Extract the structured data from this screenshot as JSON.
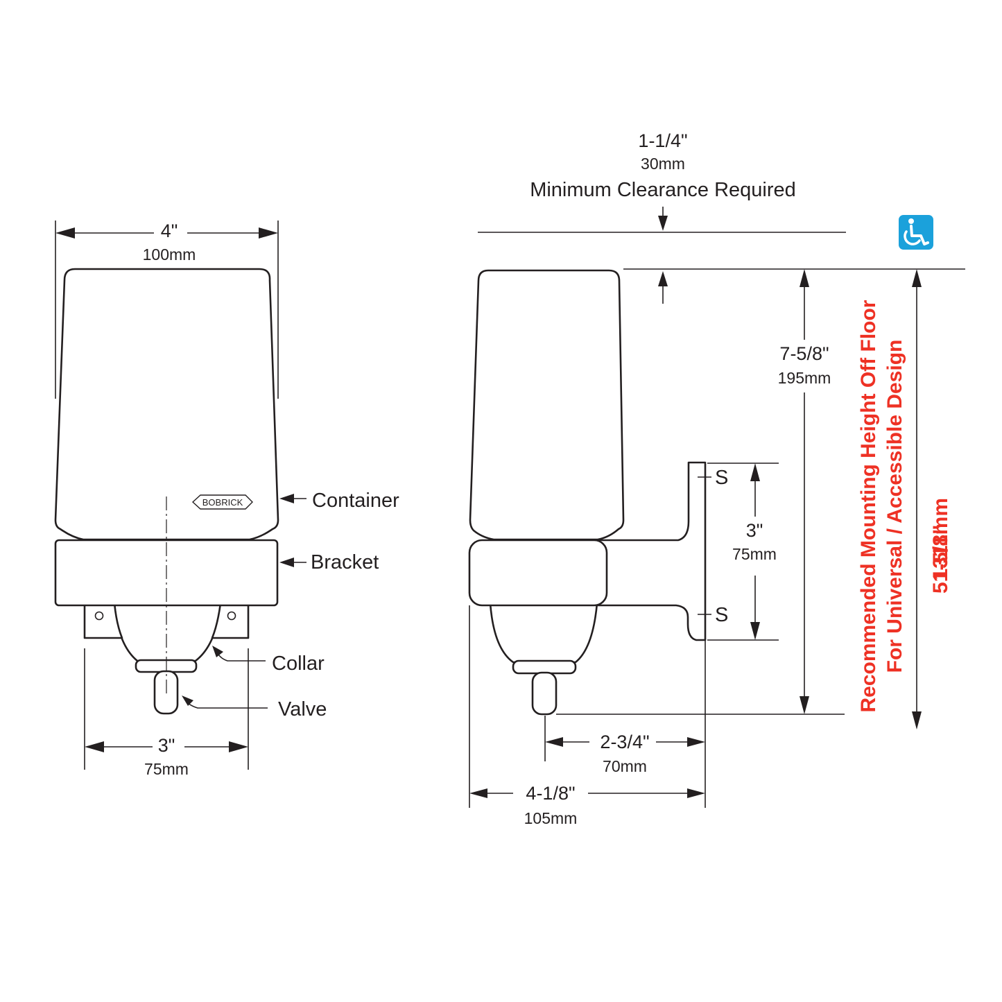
{
  "front_view": {
    "width_in": "4\"",
    "width_mm": "100mm",
    "base_in": "3\"",
    "base_mm": "75mm",
    "labels": {
      "container": "Container",
      "bracket": "Bracket",
      "collar": "Collar",
      "valve": "Valve"
    },
    "logo_text": "BOBRICK"
  },
  "side_view": {
    "clearance_in": "1-1/4\"",
    "clearance_mm": "30mm",
    "clearance_note": "Minimum Clearance Required",
    "height_in": "7-5/8\"",
    "height_mm": "195mm",
    "screw_spacing_in": "3\"",
    "screw_spacing_mm": "75mm",
    "screw_label": "S",
    "valve_offset_in": "2-3/4\"",
    "valve_offset_mm": "70mm",
    "depth_in": "4-1/8\"",
    "depth_mm": "105mm"
  },
  "mounting": {
    "line1": "Recommended Mounting Height Off Floor",
    "line2": "For Universal / Accessible Design",
    "height_in": "51-5/8\"",
    "height_mm": "1311mm",
    "color": "#ee3124"
  },
  "accessibility_icon": {
    "name": "wheelchair-icon",
    "color": "#1ba1db"
  }
}
